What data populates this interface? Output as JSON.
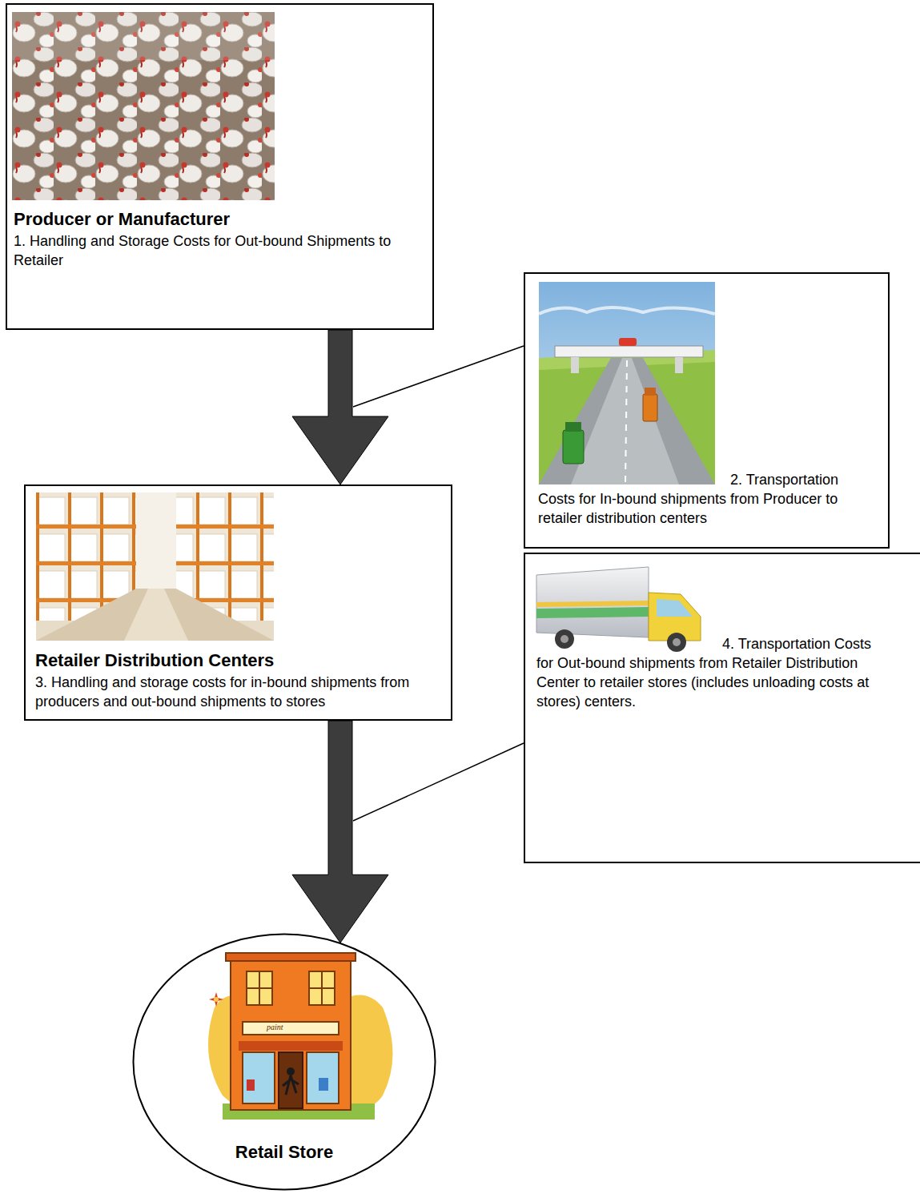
{
  "diagram": {
    "nodes": [
      {
        "text": [
          "Producer or Manufacturer",
          "1. Handling and Storage Costs for Out-bound Shipments to Retailer"
        ]
      },
      {
        "text": [
          "2. Transportation Costs for In-bound shipments from Producer to retailer distribution centers"
        ]
      },
      {
        "text": [
          "Retailer Distribution Centers",
          "3. Handling and storage costs for in-bound shipments from producers and out-bound shipments to stores"
        ]
      },
      {
        "text": [
          "4. Transportation Costs for Out-bound shipments from Retailer Distribution Center to retailer stores (includes unloading costs at stores) centers."
        ]
      },
      {
        "text": [
          "Retail Store"
        ]
      }
    ],
    "edges": [
      {
        "from": 0,
        "to": 2,
        "arrow": "to"
      },
      {
        "from": 2,
        "to": 4,
        "arrow": "to"
      }
    ],
    "labels": [
      "paint"
    ]
  }
}
